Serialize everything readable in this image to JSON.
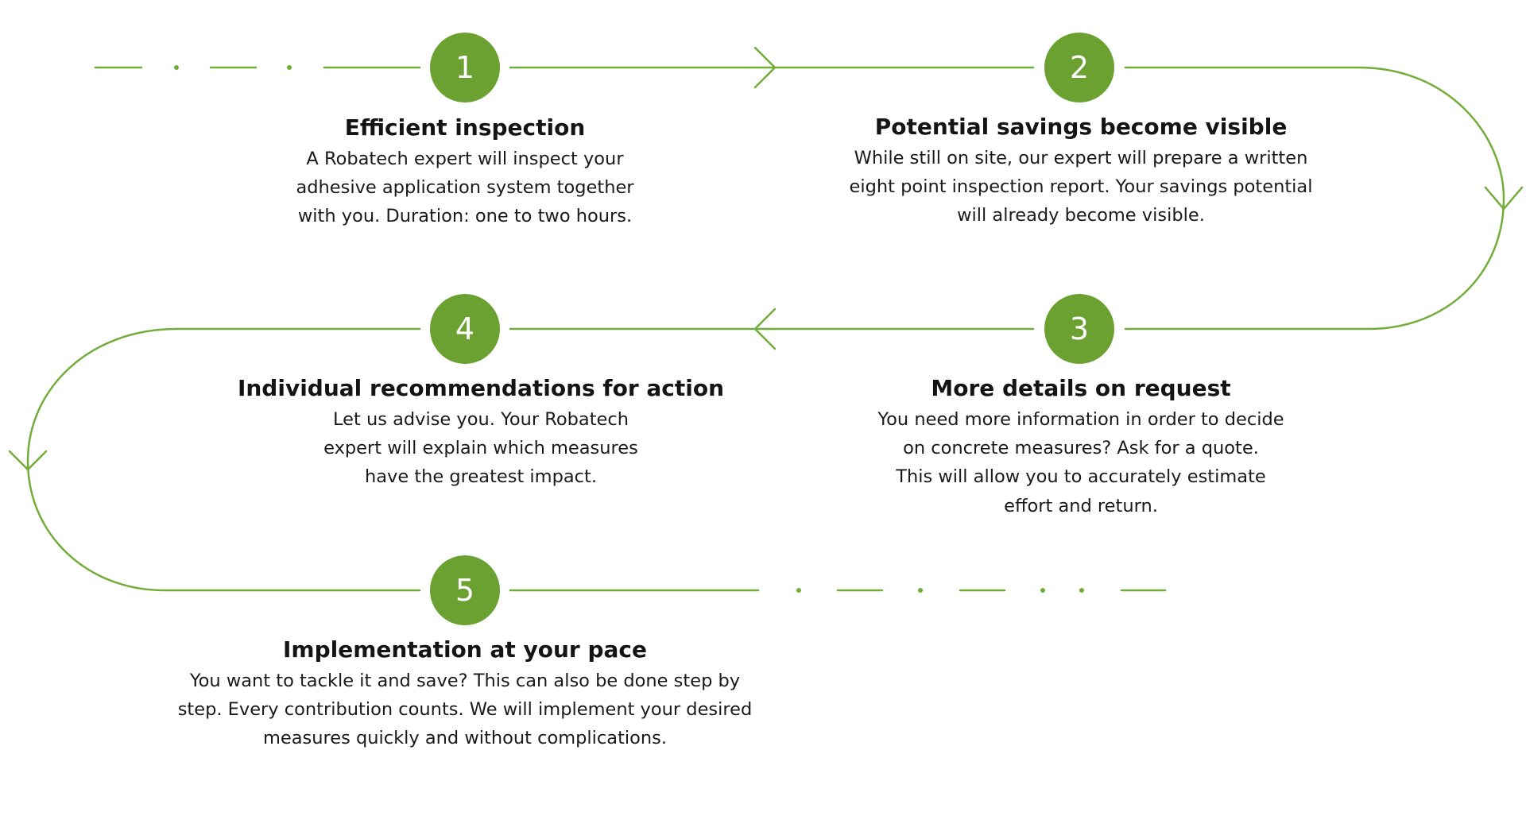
{
  "colors": {
    "accent": "#6aa130",
    "line": "#72ad3a",
    "badge_text": "#ffffff",
    "text": "#141414"
  },
  "steps": [
    {
      "number": "1",
      "title": "Efficient inspection",
      "lines": [
        "A Robatech expert will inspect your",
        "adhesive application system together",
        "with you. Duration: one to two hours."
      ]
    },
    {
      "number": "2",
      "title": "Potential savings become visible",
      "lines": [
        "While still on site, our expert will prepare a written",
        "eight point inspection report. Your savings potential",
        "will already become visible."
      ]
    },
    {
      "number": "3",
      "title": "More details on request",
      "lines": [
        "You need more information in order to decide",
        "on concrete measures? Ask for a quote.",
        "This will allow you to accurately estimate",
        "effort and return."
      ]
    },
    {
      "number": "4",
      "title": "Individual recommendations for action",
      "lines": [
        "Let us advise you. Your Robatech",
        "expert will explain which measures",
        "have the greatest impact."
      ]
    },
    {
      "number": "5",
      "title": "Implementation at your pace",
      "lines": [
        "You want to tackle it and save? This can also be done step by",
        "step. Every contribution counts. We will implement your desired",
        "measures quickly and without complications."
      ]
    }
  ]
}
